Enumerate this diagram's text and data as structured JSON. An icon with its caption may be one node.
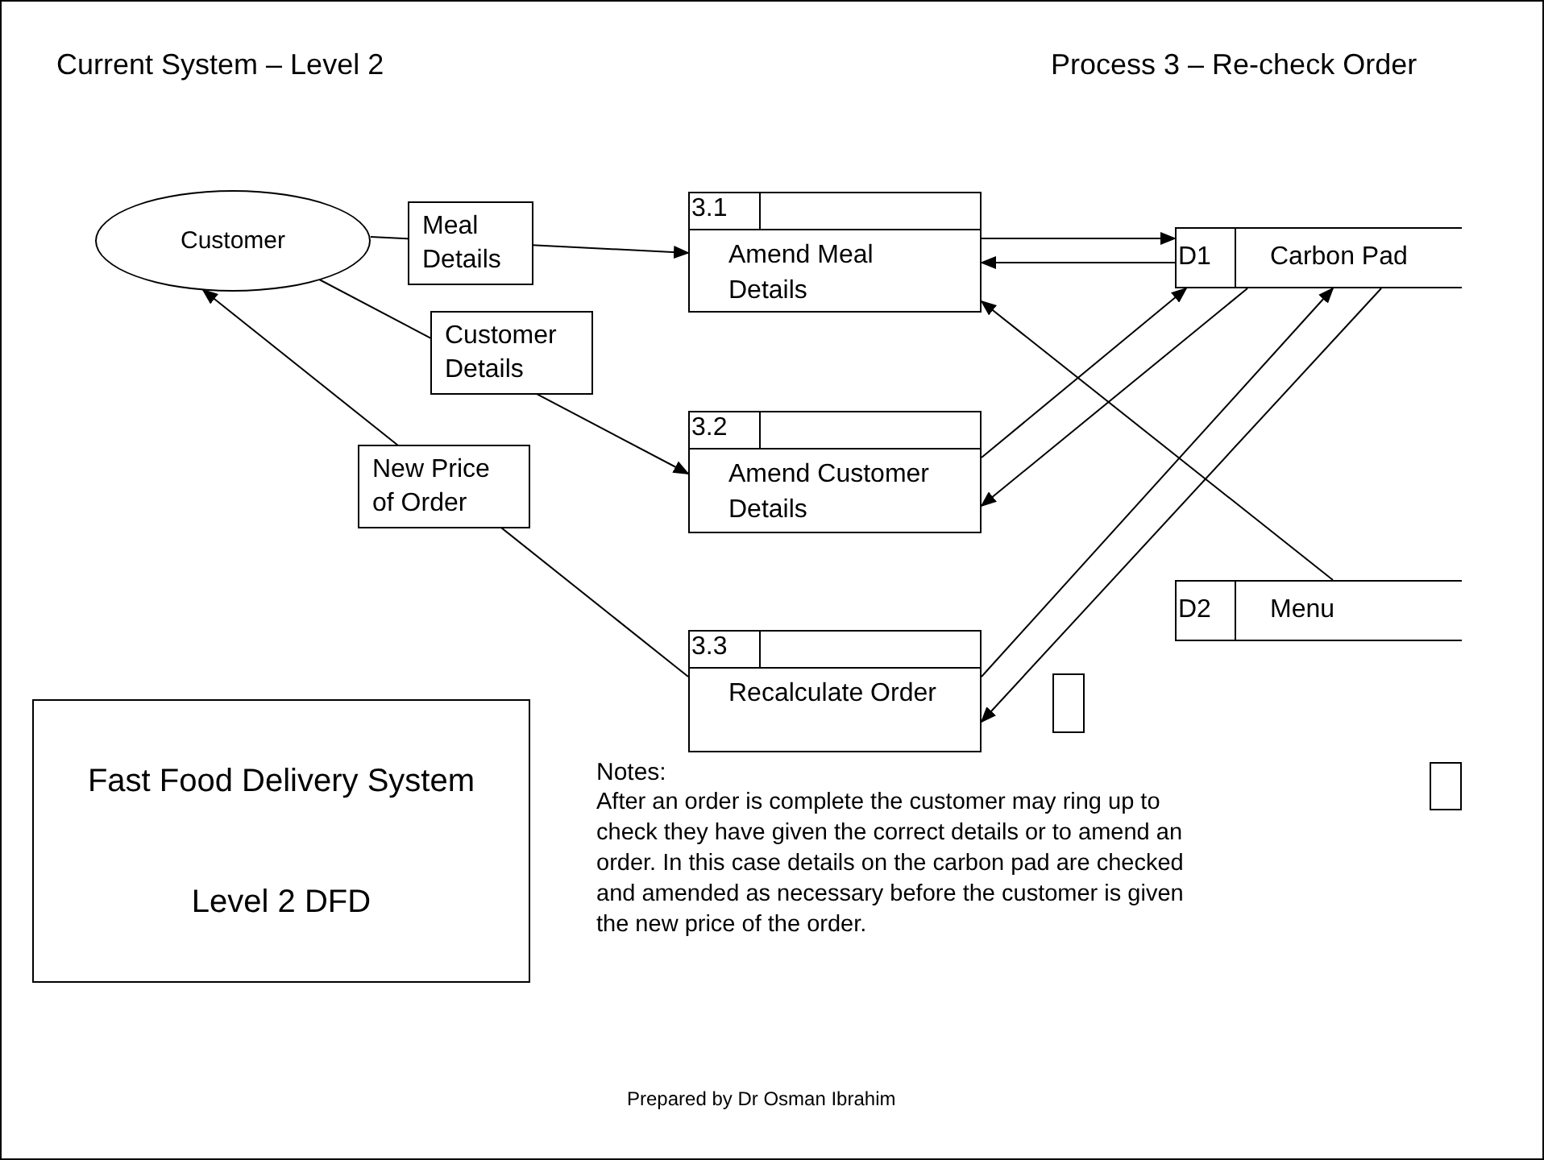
{
  "diagram": {
    "title": "Current System – Level 2",
    "nodes": [
      {
        "text": [
          "Customer"
        ]
      },
      {
        "text": [
          "3.1",
          "Amend Meal Details"
        ]
      },
      {
        "text": [
          "3.2",
          "Amend Customer Details"
        ]
      },
      {
        "text": [
          "3.3",
          "Recalculate Order"
        ]
      },
      {
        "text": [
          "D1",
          "Carbon Pad"
        ]
      },
      {
        "text": [
          "D2",
          "Menu"
        ]
      },
      {
        "text": [],
        "shape": "box"
      },
      {
        "text": [],
        "shape": "box"
      },
      {
        "text": [
          "Fast Food Delivery System",
          "Level 2 DFD"
        ]
      }
    ],
    "edges": [
      {
        "from": 0,
        "to": 1,
        "arrow": "to",
        "label": "Meal Details"
      },
      {
        "from": 0,
        "to": 2,
        "arrow": "to",
        "label": "Customer Details"
      },
      {
        "from": 3,
        "to": 0,
        "arrow": "to",
        "label": "New Price of Order"
      },
      {
        "from": 1,
        "to": 4,
        "arrow": "to"
      },
      {
        "from": 4,
        "to": 1,
        "arrow": "to"
      },
      {
        "from": 2,
        "to": 4,
        "arrow": "to"
      },
      {
        "from": 4,
        "to": 2,
        "arrow": "to"
      },
      {
        "from": 3,
        "to": 4,
        "arrow": "to"
      },
      {
        "from": 4,
        "to": 3,
        "arrow": "to"
      },
      {
        "from": 5,
        "to": 1,
        "arrow": "to"
      }
    ],
    "labels": [
      "Process 3 – Re-check Order",
      "Notes:",
      "After an order is complete the customer may ring up to check they have given the correct details or to amend an order. In this case details on the carbon pad are checked and amended as necessary before the customer is given the new price of the order.",
      "Prepared by Dr Osman Ibrahim"
    ]
  }
}
